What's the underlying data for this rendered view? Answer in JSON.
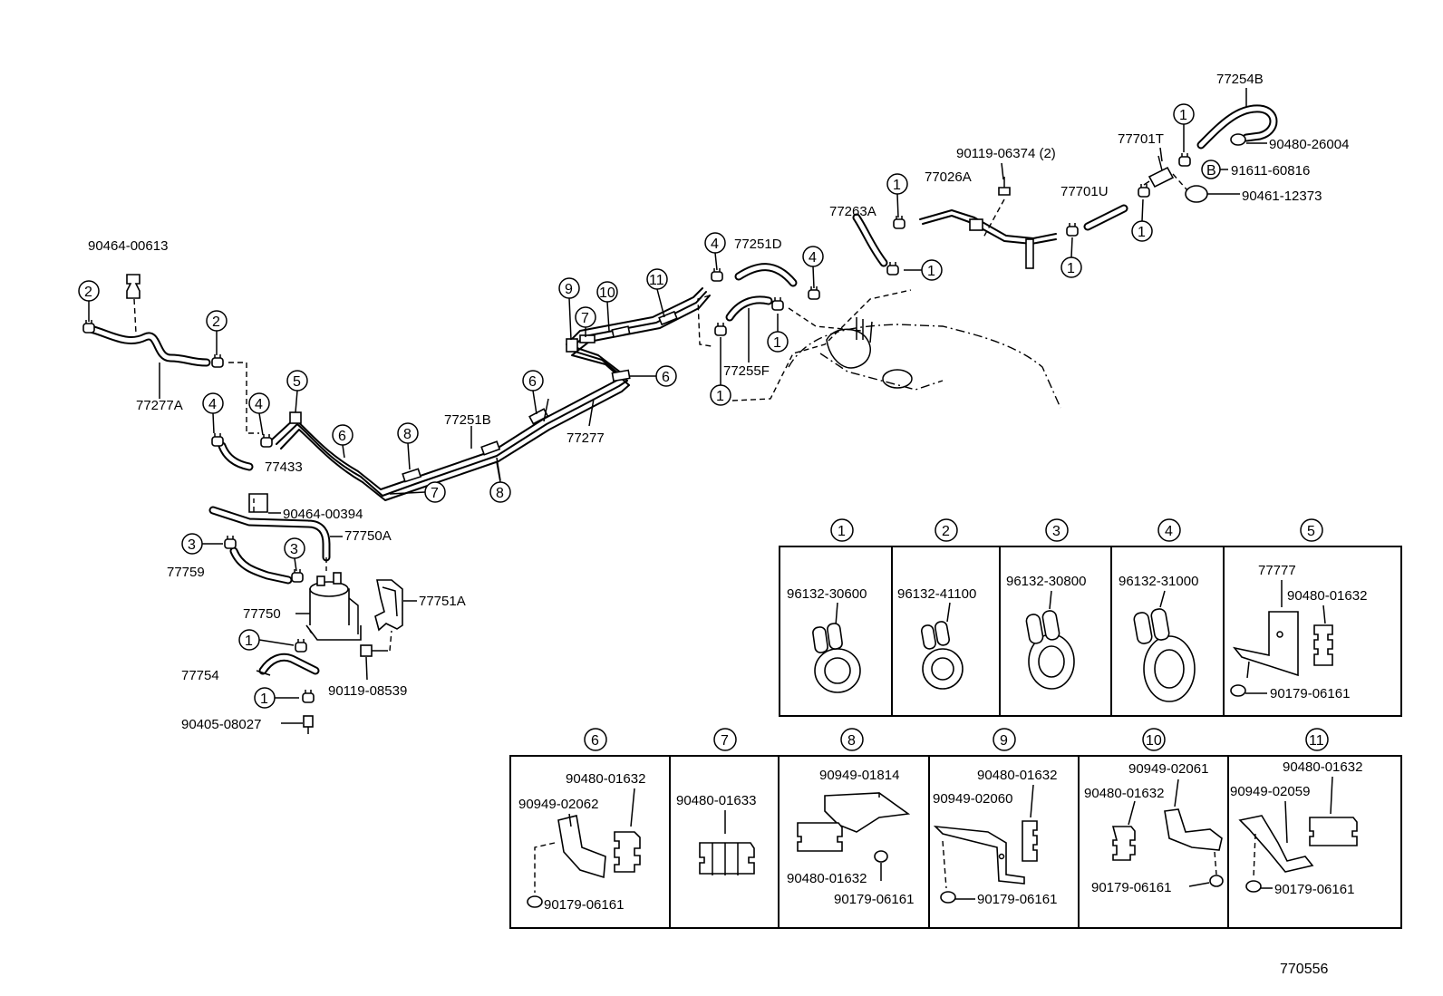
{
  "parts": {
    "p77254B": "77254B",
    "p90480_26004": "90480-26004",
    "p77701T": "77701T",
    "p91611_60816": "91611-60816",
    "p90461_12373": "90461-12373",
    "p90119_06374": "90119-06374 (2)",
    "p77026A": "77026A",
    "p77701U": "77701U",
    "p77263A": "77263A",
    "p77251D": "77251D",
    "p77255F": "77255F",
    "p90464_00613": "90464-00613",
    "p77277A": "77277A",
    "p77433": "77433",
    "p77251B": "77251B",
    "p77277": "77277",
    "p90464_00394": "90464-00394",
    "p77750A": "77750A",
    "p77759": "77759",
    "p77750": "77750",
    "p77751A": "77751A",
    "p77754": "77754",
    "p90119_08539": "90119-08539",
    "p90405_08027": "90405-08027"
  },
  "callouts": {
    "c1": "①",
    "c2": "②",
    "c3": "③",
    "c4": "④",
    "c5": "⑤",
    "c6": "⑥",
    "c7": "⑦",
    "c8": "⑧",
    "c9": "⑨",
    "c10": "⑩",
    "c11": "⑪",
    "cB": "Ⓑ"
  },
  "callout_numbers": [
    "1",
    "2",
    "3",
    "4",
    "5",
    "6",
    "7",
    "8",
    "9",
    "10",
    "11",
    "B"
  ],
  "clamp_table": {
    "c1": "96132-30600",
    "c2": "96132-41100",
    "c3": "96132-30800",
    "c4": "96132-31000",
    "c5_a": "77777",
    "c5_b": "90480-01632",
    "c5_c": "90179-06161"
  },
  "bracket_table": {
    "c6_a": "90480-01632",
    "c6_b": "90949-02062",
    "c6_c": "90179-06161",
    "c7_a": "90480-01633",
    "c8_a": "90949-01814",
    "c8_b": "90480-01632",
    "c8_c": "90179-06161",
    "c9_a": "90480-01632",
    "c9_b": "90949-02060",
    "c9_c": "90179-06161",
    "c10_a": "90949-02061",
    "c10_b": "90480-01632",
    "c10_c": "90179-06161",
    "c11_a": "90480-01632",
    "c11_b": "90949-02059",
    "c11_c": "90179-06161"
  },
  "diagram_id": "770556"
}
